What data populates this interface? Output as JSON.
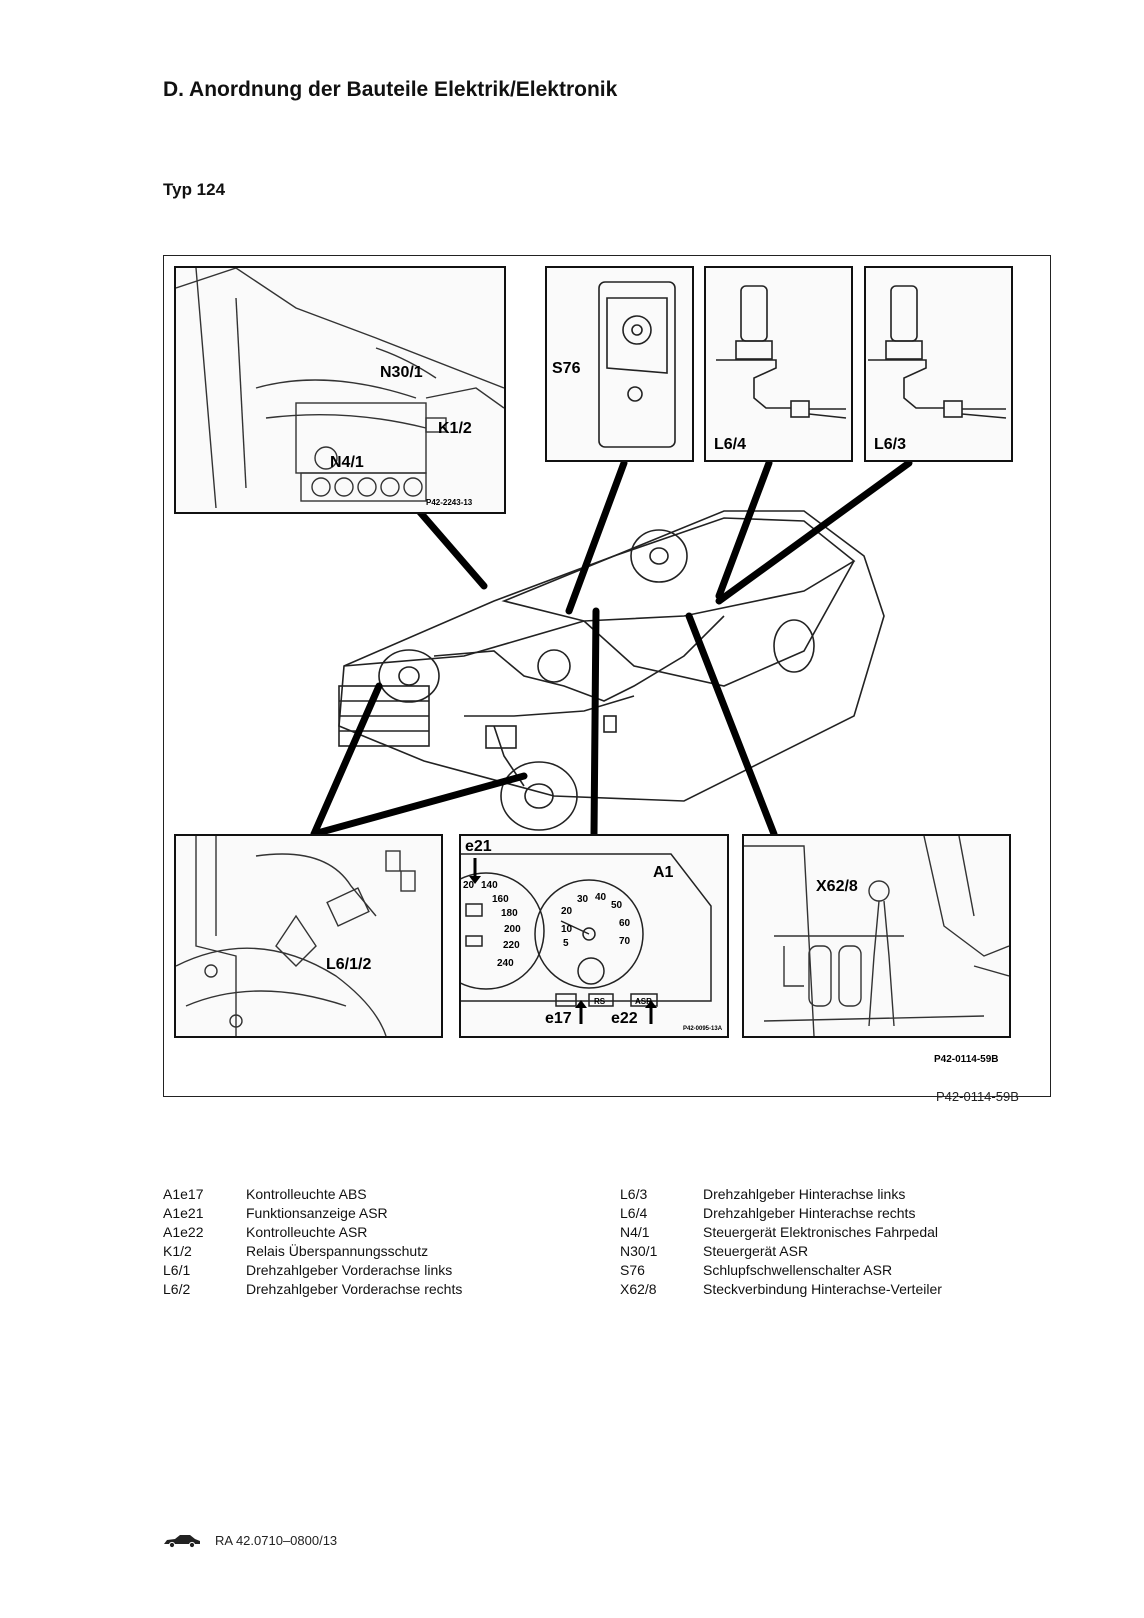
{
  "heading": "D.  Anordnung der Bauteile Elektrik/Elektronik",
  "subheading": "Typ 124",
  "figure": {
    "labels": {
      "n30_1": "N30/1",
      "k1_2": "K1/2",
      "n4_1": "N4/1",
      "p42_2243": "P42-2243-13",
      "s76": "S76",
      "l6_4": "L6/4",
      "l6_3": "L6/3",
      "l6_1_2": "L6/1/2",
      "e21": "e21",
      "a1": "A1",
      "e17": "e17",
      "e22": "e22",
      "rs": "RS",
      "asr": "ASR",
      "p42_0095": "P42-0095-13A",
      "x62_8": "X62/8",
      "p42_inner": "P42-0114-59B"
    },
    "gauge_left": [
      "20",
      "140",
      "160",
      "180",
      "200",
      "220",
      "240"
    ],
    "gauge_right": [
      "20",
      "30",
      "40",
      "50",
      "60",
      "70",
      "10",
      "5"
    ],
    "callout": "P42-0114-59B"
  },
  "legend": {
    "left": [
      {
        "code": "A1e17",
        "desc": "Kontrolleuchte ABS"
      },
      {
        "code": "A1e21",
        "desc": "Funktionsanzeige ASR"
      },
      {
        "code": "A1e22",
        "desc": "Kontrolleuchte ASR"
      },
      {
        "code": "K1/2",
        "desc": "Relais Überspannungsschutz"
      },
      {
        "code": "L6/1",
        "desc": "Drehzahlgeber Vorderachse links"
      },
      {
        "code": "L6/2",
        "desc": "Drehzahlgeber Vorderachse rechts"
      }
    ],
    "right": [
      {
        "code": "L6/3",
        "desc": "Drehzahlgeber Hinterachse links"
      },
      {
        "code": "L6/4",
        "desc": "Drehzahlgeber Hinterachse rechts"
      },
      {
        "code": "N4/1",
        "desc": "Steuergerät Elektronisches Fahrpedal"
      },
      {
        "code": "N30/1",
        "desc": "Steuergerät ASR"
      },
      {
        "code": "S76",
        "desc": "Schlupfschwellenschalter ASR"
      },
      {
        "code": "X62/8",
        "desc": "Steckverbindung Hinterachse-Verteiler"
      }
    ]
  },
  "footer": {
    "car_icon": "car-icon",
    "doc_ref": "RA 42.0710–0800/13"
  }
}
